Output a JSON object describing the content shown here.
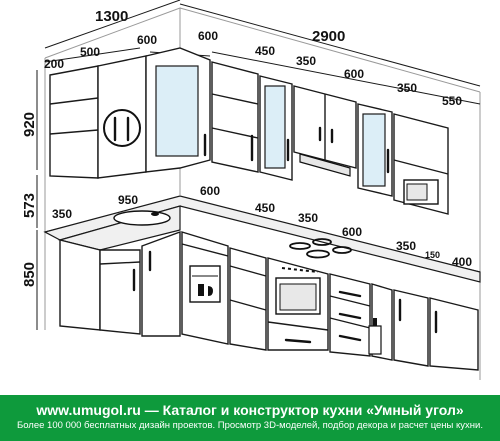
{
  "dimensions": {
    "d1300": "1300",
    "d2900": "2900",
    "wall_600_corner": "600",
    "wall_200": "200",
    "wall_500": "500",
    "wall_600_r": "600",
    "wall_450": "450",
    "wall_350": "350",
    "wall_600_b": "600",
    "wall_350_b": "350",
    "wall_550": "550",
    "h920": "920",
    "h573": "573",
    "h850": "850",
    "base_350": "350",
    "base_950": "950",
    "base_600": "600",
    "base_450": "450",
    "base_350_b": "350",
    "base_600_b": "600",
    "base_350_c": "350",
    "base_150": "150",
    "base_400": "400"
  },
  "footer": {
    "site": "www.umugol.ru",
    "dash": "—",
    "tagline": "Каталог и конструктор кухни «Умный угол»",
    "subline": "Более 100 000 бесплатных дизайн проектов. Просмотр 3D-моделей, подбор декора и расчет цены кухни."
  },
  "colors": {
    "footer_bg": "#0e9a3c",
    "glass": "#dceef7"
  },
  "icons": [
    "cutlery-icon",
    "sink-icon",
    "hob-icon",
    "oven-icon",
    "dishwasher-icon",
    "microwave-icon",
    "hood-icon",
    "bottle-icon"
  ]
}
